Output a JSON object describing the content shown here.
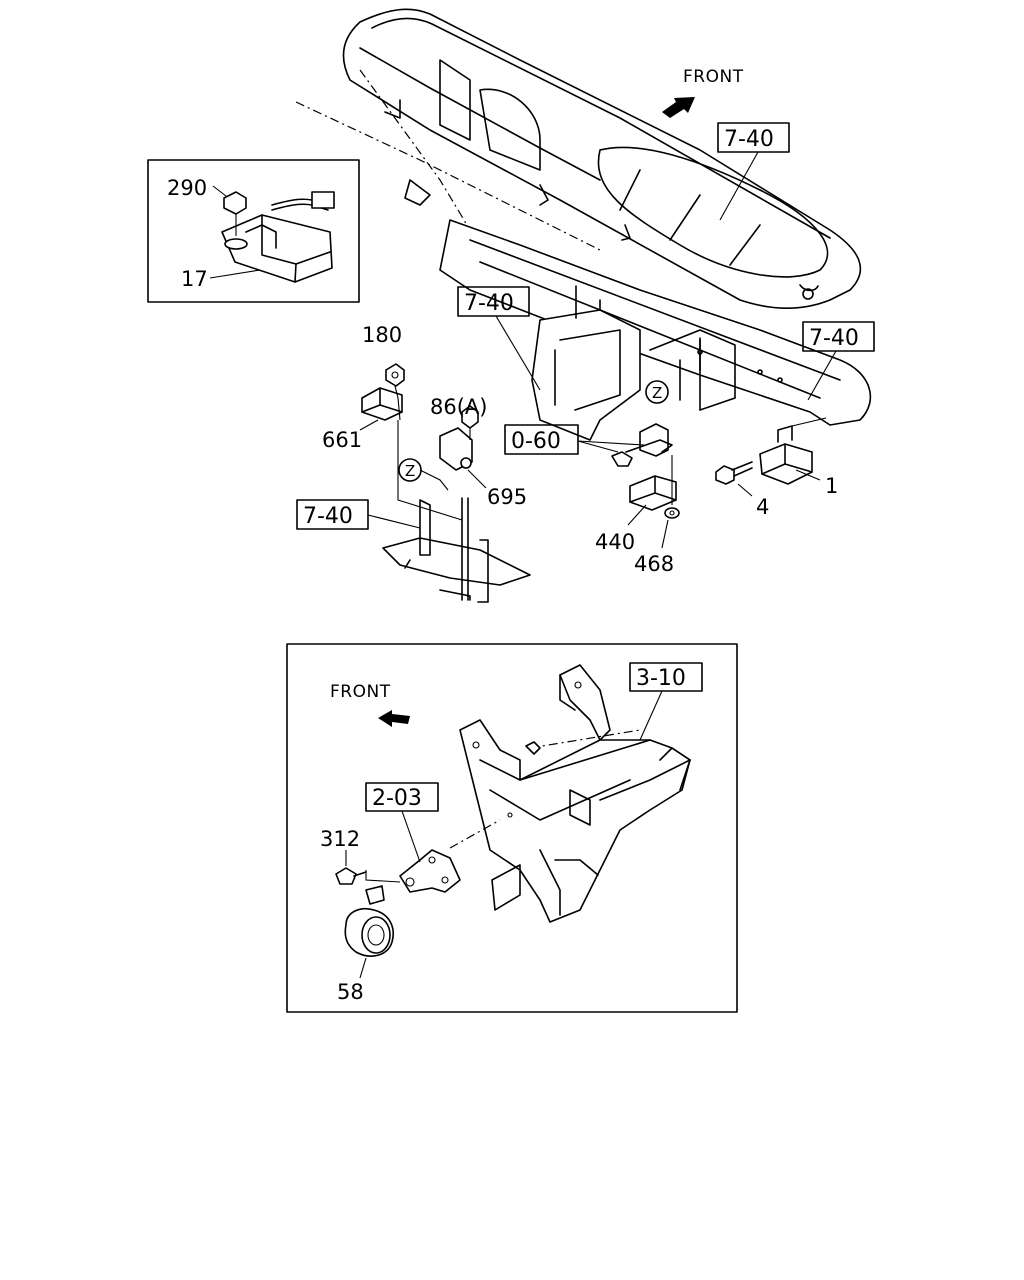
{
  "top_diagram": {
    "front_label": "FRONT",
    "refs": {
      "dash_panel": "7-40",
      "center_bracket": "7-40",
      "cross_beam": "7-40",
      "floor_bracket": "7-40",
      "bolt_group": "0-60"
    },
    "callouts": {
      "nut_290": "290",
      "sensor_17": "17",
      "nut_180": "180",
      "module_661": "661",
      "nut_86a": "86(A)",
      "bracket_695": "695",
      "unit_440": "440",
      "washer_468": "468",
      "bolt_4": "4",
      "unit_1": "1"
    },
    "zone_marker": "Z"
  },
  "bottom_diagram": {
    "front_label": "FRONT",
    "refs": {
      "frame": "3-10",
      "bracket": "2-03"
    },
    "callouts": {
      "bolt_312": "312",
      "buzzer_58": "58"
    }
  }
}
